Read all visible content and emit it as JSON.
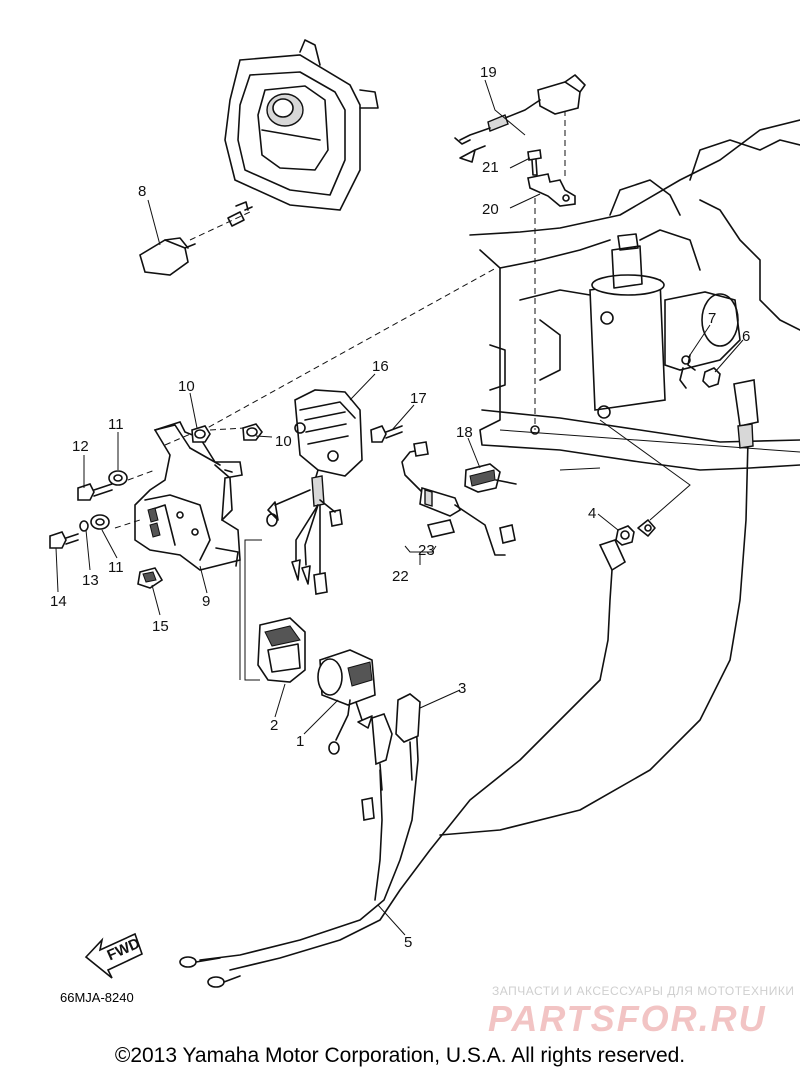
{
  "callouts": [
    {
      "id": "c1",
      "text": "1"
    },
    {
      "id": "c2",
      "text": "2"
    },
    {
      "id": "c3",
      "text": "3"
    },
    {
      "id": "c4",
      "text": "4"
    },
    {
      "id": "c5",
      "text": "5"
    },
    {
      "id": "c6",
      "text": "6"
    },
    {
      "id": "c7",
      "text": "7"
    },
    {
      "id": "c8",
      "text": "8"
    },
    {
      "id": "c9",
      "text": "9"
    },
    {
      "id": "c10a",
      "text": "10"
    },
    {
      "id": "c10b",
      "text": "10"
    },
    {
      "id": "c11a",
      "text": "11"
    },
    {
      "id": "c11b",
      "text": "11"
    },
    {
      "id": "c12",
      "text": "12"
    },
    {
      "id": "c13",
      "text": "13"
    },
    {
      "id": "c14",
      "text": "14"
    },
    {
      "id": "c15",
      "text": "15"
    },
    {
      "id": "c16",
      "text": "16"
    },
    {
      "id": "c17",
      "text": "17"
    },
    {
      "id": "c18",
      "text": "18"
    },
    {
      "id": "c19",
      "text": "19"
    },
    {
      "id": "c20",
      "text": "20"
    },
    {
      "id": "c21",
      "text": "21"
    },
    {
      "id": "c22",
      "text": "22"
    },
    {
      "id": "c23",
      "text": "23"
    }
  ],
  "direction_arrow": "FWD",
  "drawing_code": "66MJA-8240",
  "watermark": {
    "tagline": "ЗАПЧАСТИ И АКСЕССУАРЫ ДЛЯ МОТОТЕХНИКИ",
    "logo": "PARTSFOR.RU"
  },
  "copyright": "©2013 Yamaha Motor Corporation, U.S.A. All rights reserved.",
  "colors": {
    "line": "#111111",
    "background": "#ffffff",
    "watermark": "#f2c4c4"
  }
}
